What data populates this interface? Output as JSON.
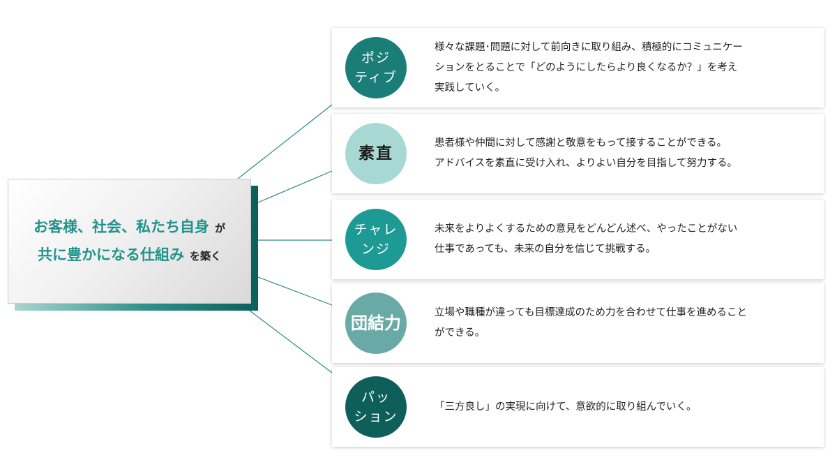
{
  "hub": {
    "line1_main": "お客様、社会、私たち自身",
    "line1_tail": "が",
    "line2_main": "共に豊かになる仕組み",
    "line2_tail": "を築く"
  },
  "colors": {
    "line": "#2a8b86",
    "accent": "#1f938c"
  },
  "values": [
    {
      "label": "ポジ\nティブ",
      "color": "#1a7d77",
      "description": "様々な課題･問題に対して前向きに取り組み、積極的にコミュニケー\nションをとることで「どのようにしたらより良くなるか？」を考え\n実践していく。"
    },
    {
      "label": "素直",
      "color": "#a8d8d4",
      "description": "患者様や仲間に対して感謝と敬意をもって接することができる。\nアドバイスを素直に受け入れ、よりよい自分を目指して努力する。"
    },
    {
      "label": "チャレ\nンジ",
      "color": "#1e9a95",
      "description": "未来をよりよくするための意見をどんどん述べ、やったことがない\n仕事であっても、未来の自分を信じて挑戦する。"
    },
    {
      "label": "団結力",
      "color": "#6aaaa6",
      "description": "立場や職種が違っても目標達成のため力を合わせて仕事を進めること\nができる。"
    },
    {
      "label": "パッ\nション",
      "color": "#0e5e59",
      "description": "「三方良し」の実現に向けて、意欲的に取り組んでいく。"
    }
  ]
}
